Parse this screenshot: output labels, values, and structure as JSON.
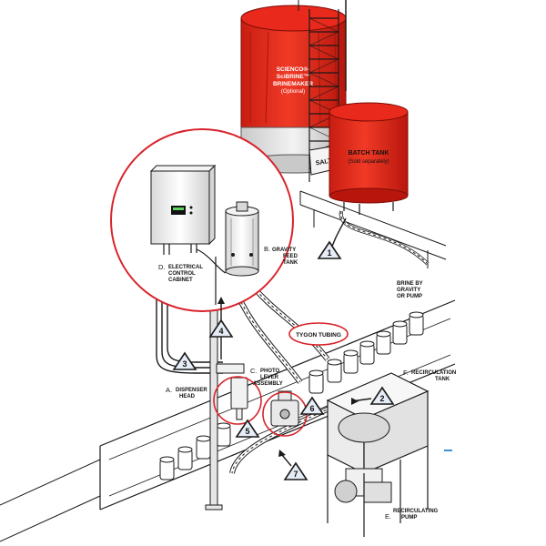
{
  "brinemaker": {
    "line1": "SCIENCO®-",
    "line2": "SciBRINE™",
    "line3": "BRINEMAKER",
    "note": "(Optional)"
  },
  "batch_tank": {
    "label": "BATCH TANK",
    "note": "(Sold separately)"
  },
  "salt_bag": "SALT",
  "gravity_feed": {
    "letter": "B.",
    "line1": "GRAVITY",
    "line2": "FEED",
    "line3": "TANK"
  },
  "electrical_cabinet": {
    "letter": "D.",
    "line1": "ELECTRICAL",
    "line2": "CONTROL",
    "line3": "CABINET"
  },
  "brine_by_gravity": {
    "line1": "BRINE BY",
    "line2": "GRAVITY",
    "line3": "OR PUMP"
  },
  "tygon_tubing": "TYGON TUBING",
  "photo_lever": {
    "letter": "C.",
    "line1": "PHOTO",
    "line2": "LEVER",
    "line3": "ASSEMBLY"
  },
  "dispenser_head": {
    "letter": "A.",
    "line1": "DISPENSER",
    "line2": "HEAD"
  },
  "recirculation_tank": {
    "letter": "F.",
    "line1": "RECIRCULATION",
    "line2": "TANK"
  },
  "recirculating_pump": {
    "letter": "E.",
    "line1": "RECIRCULATING",
    "line2": "PUMP"
  },
  "steps": [
    "1",
    "2",
    "3",
    "4",
    "5",
    "6",
    "7"
  ],
  "colors": {
    "tank_red": "#e8291c",
    "callout_circle": "#d8232a",
    "line": "#1a1a1a",
    "step_triangle_fill": "#e6edf6",
    "step_triangle_border": "#1a1a1a",
    "accent_blue": "#3a8fd6"
  }
}
